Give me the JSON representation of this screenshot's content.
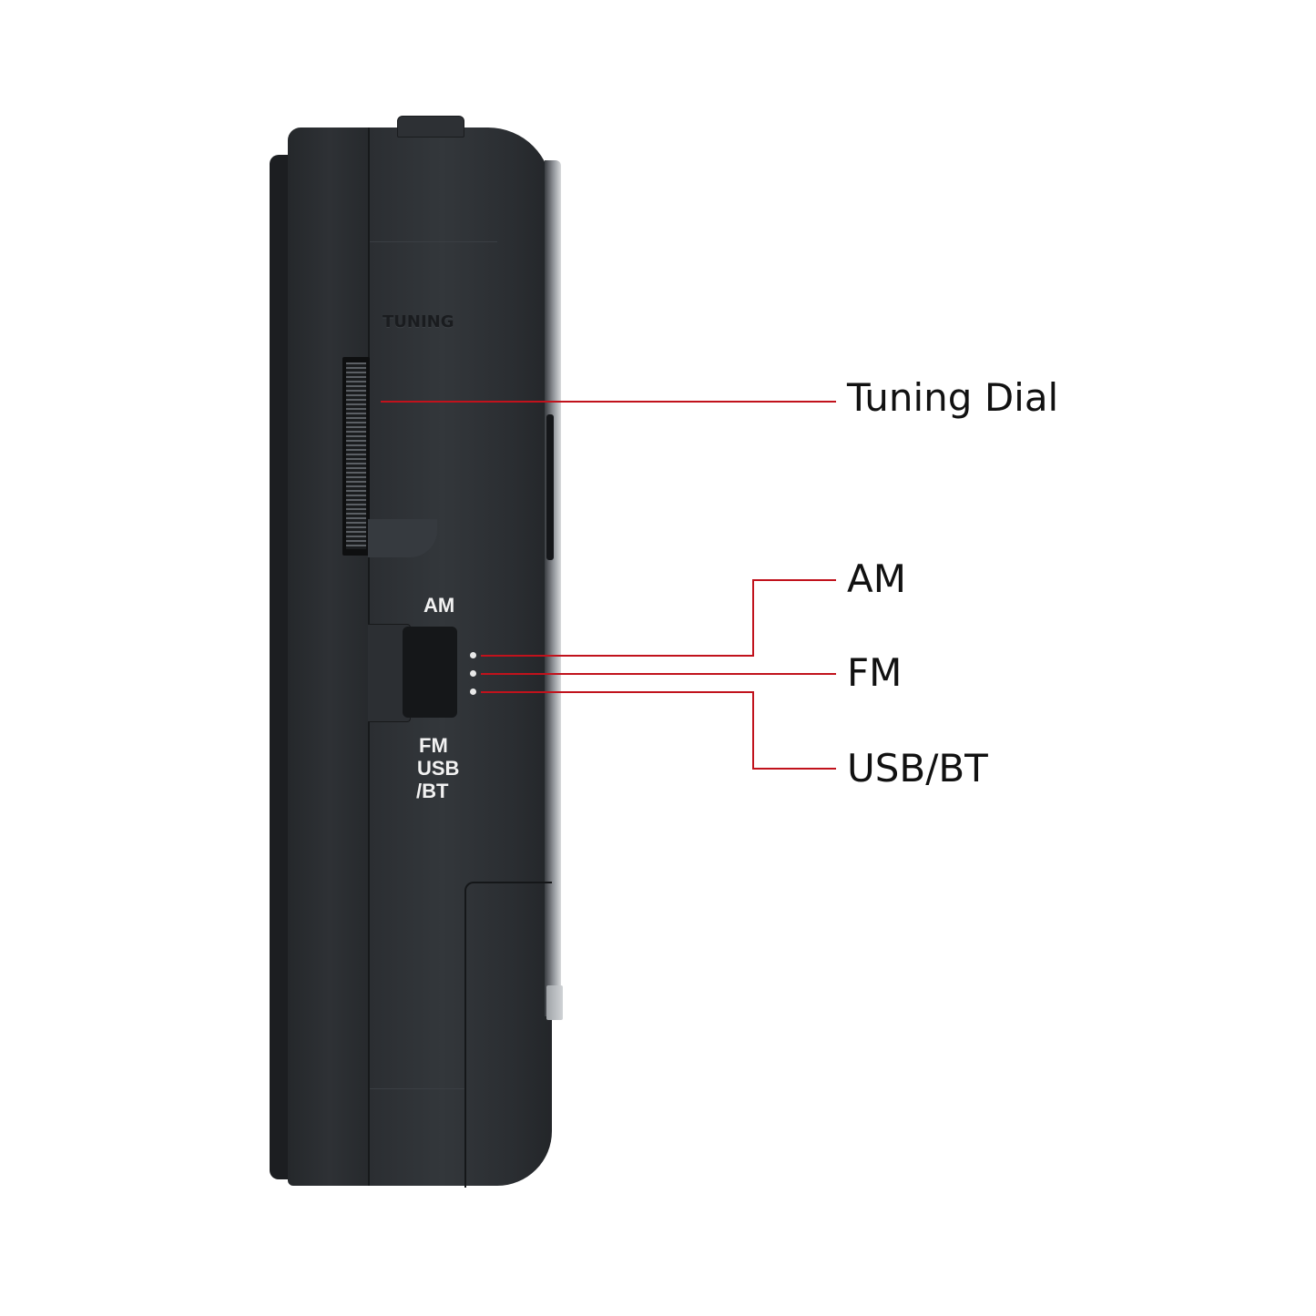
{
  "figure": {
    "type": "product-callout-diagram",
    "subject": "portable radio side view",
    "background": "#ffffff",
    "callout_color": "#c1121c",
    "label_color": "#111111"
  },
  "device": {
    "engraved_text": "TUNING",
    "switch_print_top": "AM",
    "switch_print_bottom": [
      "FM",
      "USB",
      "/BT"
    ],
    "body_color": "#2b2e32"
  },
  "callouts": [
    {
      "id": "tuning-dial",
      "label": "Tuning Dial"
    },
    {
      "id": "am",
      "label": "AM"
    },
    {
      "id": "fm",
      "label": "FM"
    },
    {
      "id": "usb-bt",
      "label": "USB/BT"
    }
  ]
}
